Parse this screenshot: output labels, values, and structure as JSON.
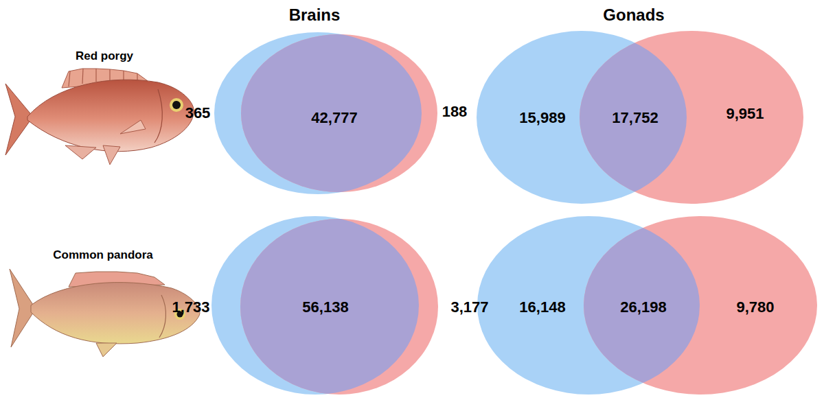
{
  "diagram": {
    "labels": [
      "Brains",
      "Gonads",
      "Red porgy",
      "Common pandora",
      "365",
      "42,777",
      "188",
      "15,989",
      "17,752",
      "9,951",
      "1,733",
      "56,138",
      "3,177",
      "16,148",
      "26,198",
      "9,780"
    ]
  }
}
